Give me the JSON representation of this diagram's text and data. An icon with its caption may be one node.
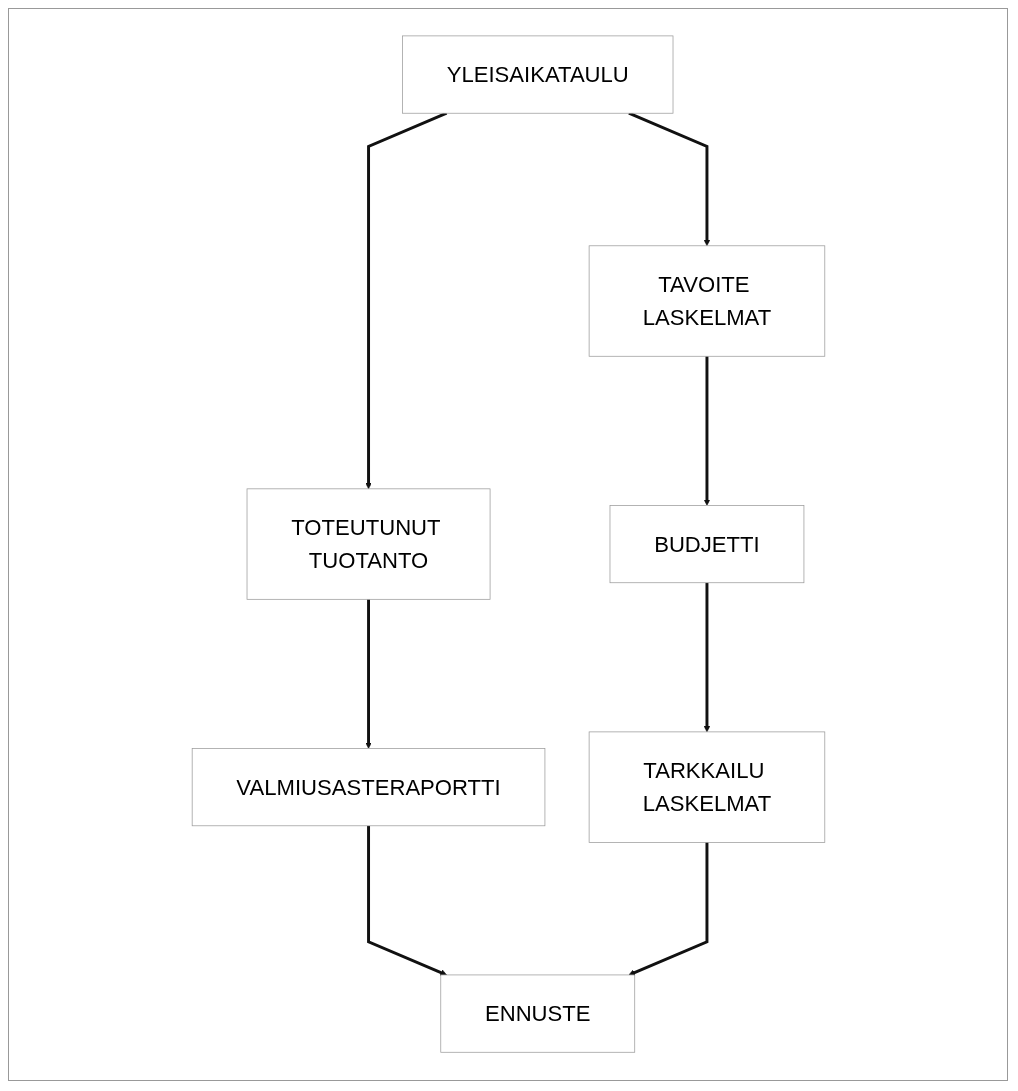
{
  "diagram": {
    "nodes": [
      {
        "text": [
          "YLEISAIKATAULU"
        ]
      },
      {
        "text": [
          "TAVOITE LASKELMAT"
        ]
      },
      {
        "text": [
          "BUDJETTI"
        ]
      },
      {
        "text": [
          "TOTEUTUNUT TUOTANTO"
        ]
      },
      {
        "text": [
          "VALMIUSASTERAPORTTI"
        ]
      },
      {
        "text": [
          "TARKKAILU LASKELMAT"
        ]
      },
      {
        "text": [
          "ENNUSTE"
        ]
      }
    ],
    "edges": [
      {
        "from": 0,
        "to": 1,
        "arrow": "to"
      },
      {
        "from": 1,
        "to": 2,
        "arrow": "to"
      },
      {
        "from": 2,
        "to": 5,
        "arrow": "to"
      },
      {
        "from": 0,
        "to": 3,
        "arrow": "to"
      },
      {
        "from": 3,
        "to": 4,
        "arrow": "to"
      },
      {
        "from": 4,
        "to": 6,
        "arrow": "to"
      },
      {
        "from": 5,
        "to": 6,
        "arrow": "to"
      }
    ]
  }
}
